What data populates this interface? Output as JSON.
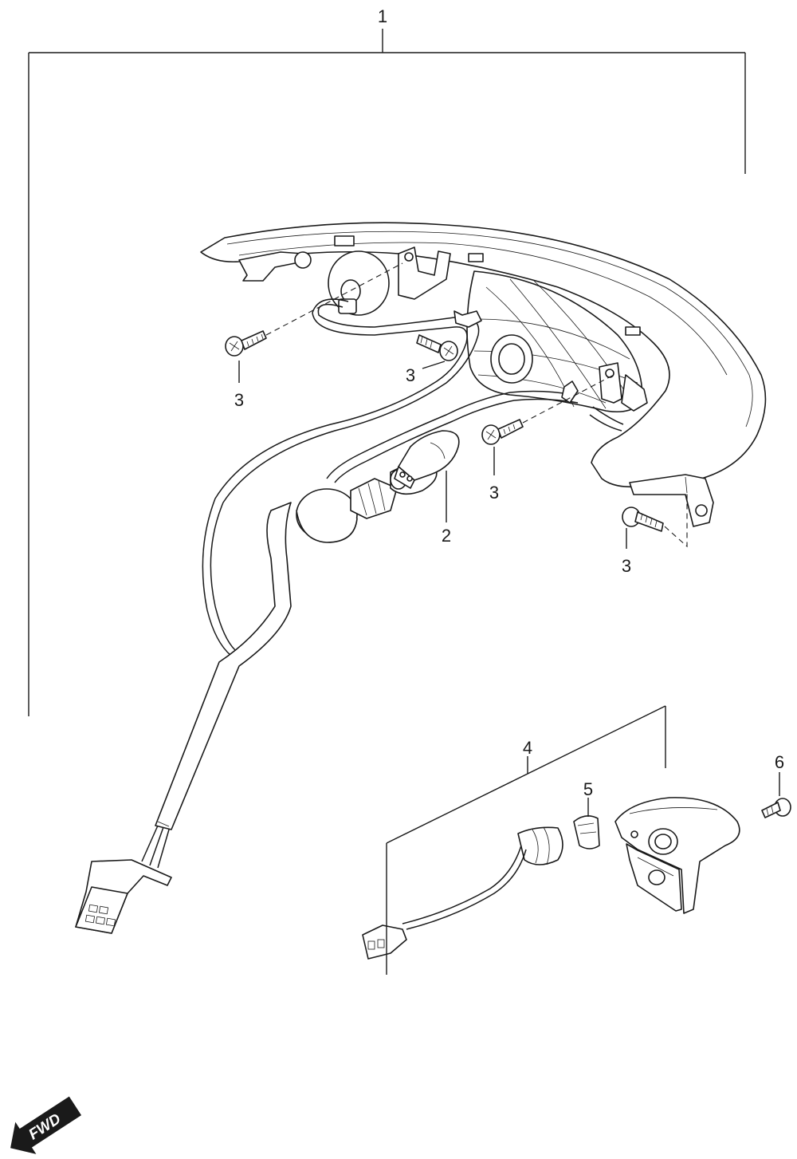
{
  "callouts": {
    "c1": "1",
    "c2": "2",
    "c3a": "3",
    "c3b": "3",
    "c3c": "3",
    "c3d": "3",
    "c4": "4",
    "c5": "5",
    "c6": "6"
  },
  "direction": {
    "label": "FWD",
    "icon": "arrow-left-down-icon"
  },
  "colors": {
    "line": "#1a1a1a",
    "background": "#ffffff"
  }
}
